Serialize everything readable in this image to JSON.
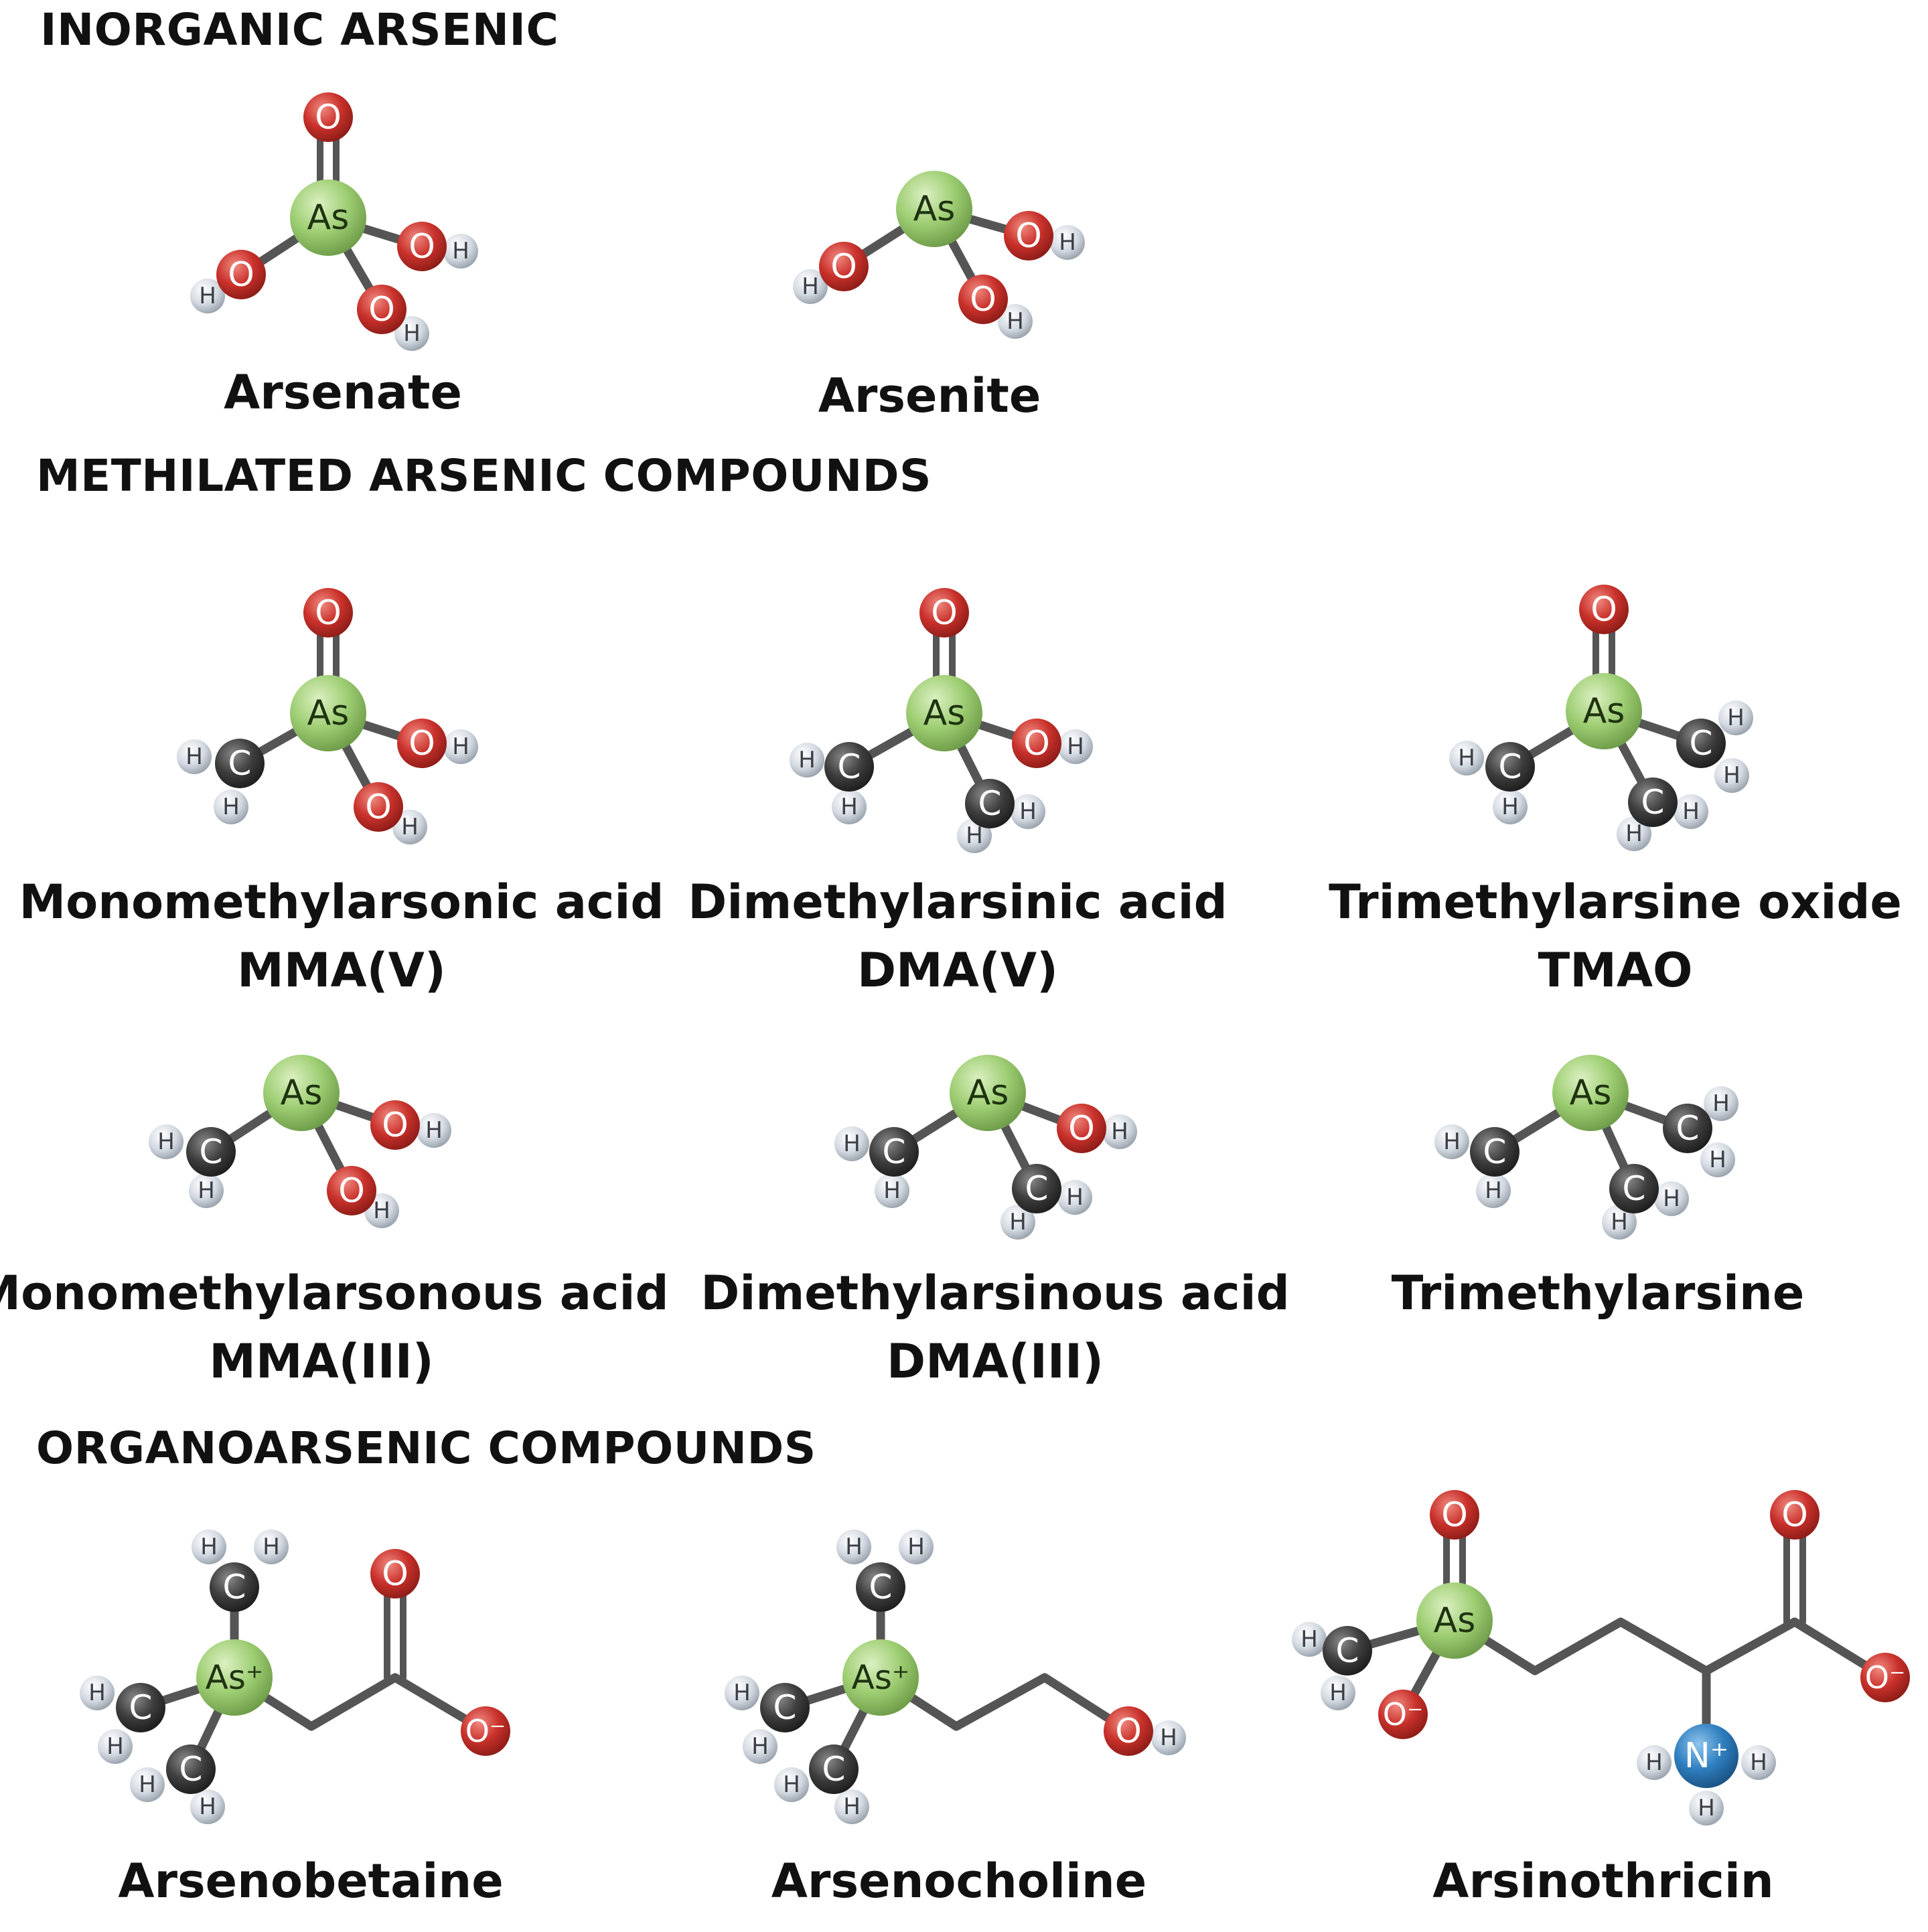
{
  "sections": {
    "inorganic": "INORGANIC ARSENIC",
    "methylated": "METHILATED ARSENIC COMPOUNDS",
    "organo": "ORGANOARSENIC COMPOUNDS"
  },
  "compounds": {
    "arsenate": {
      "name": "Arsenate"
    },
    "arsenite": {
      "name": "Arsenite"
    },
    "mma5": {
      "name": "Monomethylarsonic acid",
      "abbr": "MMA(V)"
    },
    "dma5": {
      "name": "Dimethylarsinic acid",
      "abbr": "DMA(V)"
    },
    "tmao": {
      "name": "Trimethylarsine oxide",
      "abbr": "TMAO"
    },
    "mma3": {
      "name": "Monomethylarsonous acid",
      "abbr": "MMA(III)"
    },
    "dma3": {
      "name": "Dimethylarsinous acid",
      "abbr": "DMA(III)"
    },
    "tma": {
      "name": "Trimethylarsine"
    },
    "arsenobetaine": {
      "name": "Arsenobetaine"
    },
    "arsenocholine": {
      "name": "Arsenocholine"
    },
    "arsinothricin": {
      "name": "Arsinothricin"
    }
  },
  "atoms": {
    "As": "As",
    "AsPlus": "As⁺",
    "O": "O",
    "Ominus": "O⁻",
    "H": "H",
    "C": "C",
    "Nplus": "N⁺"
  },
  "colors": {
    "arsenic": "#9dcd72",
    "oxygen": "#c9312b",
    "hydrogen": "#d3d9e1",
    "carbon": "#3e3e3e",
    "nitrogen": "#2f7fc0",
    "bond": "#555555"
  }
}
